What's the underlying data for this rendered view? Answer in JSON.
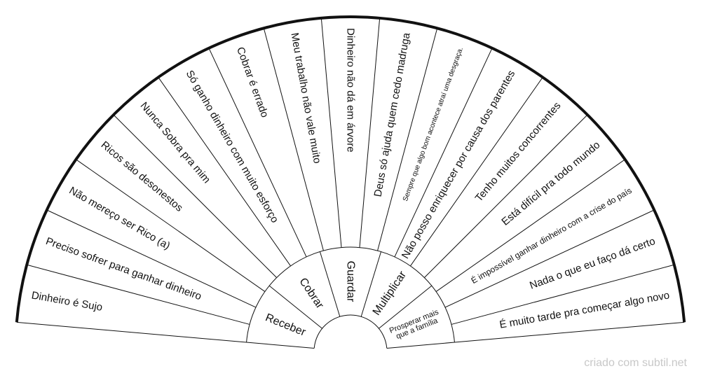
{
  "outer_segments": [
    {
      "label": "Dinheiro é Sujo",
      "size": 15
    },
    {
      "label": "Preciso sofrer para ganhar dinheiro",
      "size": 15
    },
    {
      "label": "Não mereço ser Rico (a)",
      "size": 15
    },
    {
      "label": "Ricos são desonestos",
      "size": 15
    },
    {
      "label": "Nunca Sobra pra mim",
      "size": 15
    },
    {
      "label": "Só ganho dinheiro com muito esforço",
      "size": 15
    },
    {
      "label": "Cobrar é errado",
      "size": 15
    },
    {
      "label": "Meu trabalho não vale muito",
      "size": 15
    },
    {
      "label": "Dinheiro não dá em árvore",
      "size": 15
    },
    {
      "label": "Deus só ajuda quem cedo madruga",
      "size": 15
    },
    {
      "label": "Sempre que algo bom acontece atraí uma desgraça.",
      "size": 10
    },
    {
      "label": "Não posso enriquecer por causa dos parentes",
      "size": 15
    },
    {
      "label": "Tenho muitos concorrentes",
      "size": 15
    },
    {
      "label": "Está difícil pra todo mundo",
      "size": 15
    },
    {
      "label": "É impossível ganhar dinheiro com a crise do país",
      "size": 12
    },
    {
      "label": "Nada o que eu faço dá certo",
      "size": 15
    },
    {
      "label": "É muito tarde pra começar algo novo",
      "size": 15
    }
  ],
  "inner_segments": [
    {
      "lines": [
        "Receber"
      ],
      "size": 16
    },
    {
      "lines": [
        "Cobrar"
      ],
      "size": 16
    },
    {
      "lines": [
        "Guardar"
      ],
      "size": 16
    },
    {
      "lines": [
        "Multiplicar"
      ],
      "size": 16
    },
    {
      "lines": [
        "Prosperar mais",
        "que a família"
      ],
      "size": 11
    }
  ],
  "footer": "criado com subtil.net",
  "colors": {
    "line": "#111111",
    "footer": "#c8c8c8"
  }
}
